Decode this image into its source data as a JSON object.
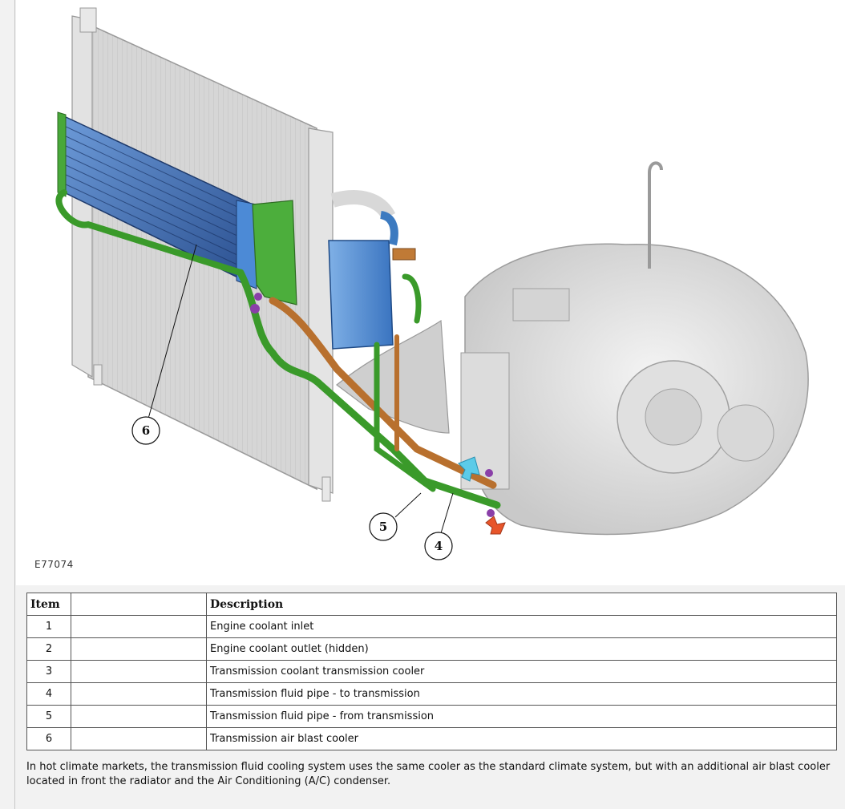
{
  "figure": {
    "id": "E77074",
    "callouts": [
      {
        "label": "6"
      },
      {
        "label": "5"
      },
      {
        "label": "4"
      }
    ]
  },
  "table": {
    "headers": {
      "item": "Item",
      "blank": "",
      "description": "Description"
    },
    "rows": [
      {
        "item": "1",
        "description": "Engine coolant inlet"
      },
      {
        "item": "2",
        "description": "Engine coolant outlet (hidden)"
      },
      {
        "item": "3",
        "description": "Transmission coolant transmission cooler"
      },
      {
        "item": "4",
        "description": "Transmission fluid pipe - to transmission"
      },
      {
        "item": "5",
        "description": "Transmission fluid pipe - from transmission"
      },
      {
        "item": "6",
        "description": "Transmission air blast cooler"
      }
    ]
  },
  "note": "In hot climate markets, the transmission fluid cooling system uses the same cooler as the standard climate system, but with an additional air blast cooler located in front the radiator and the Air Conditioning (A/C) condenser.",
  "colors": {
    "cooler_blue": "#3d6fb8",
    "pipe_green": "#3a9a2a",
    "pipe_copper": "#b8702e",
    "flow_arrow_in": "#5ccbe8",
    "flow_arrow_out": "#e8552a"
  }
}
